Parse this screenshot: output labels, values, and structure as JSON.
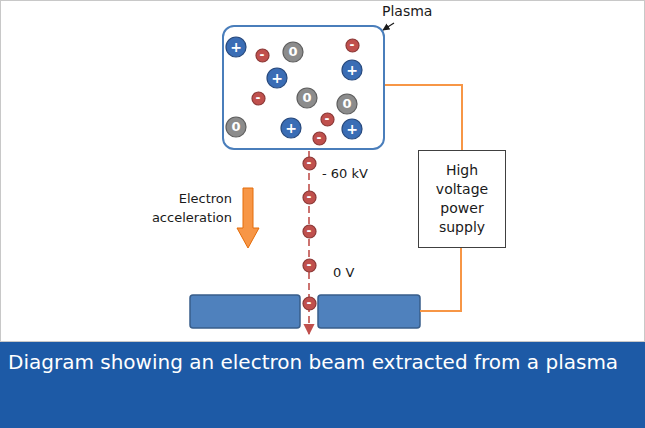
{
  "diagram": {
    "caption": "Diagram showing an electron beam extracted from a plasma",
    "nodes": [
      {
        "text": [
          "Plasma"
        ]
      },
      {
        "text": [
          "+"
        ],
        "in": 0
      },
      {
        "text": [
          "-"
        ],
        "in": 0
      },
      {
        "text": [
          "0"
        ],
        "in": 0
      },
      {
        "text": [
          "-"
        ],
        "in": 0
      },
      {
        "text": [
          "+"
        ],
        "in": 0
      },
      {
        "text": [
          "+"
        ],
        "in": 0
      },
      {
        "text": [
          "-"
        ],
        "in": 0
      },
      {
        "text": [
          "0"
        ],
        "in": 0
      },
      {
        "text": [
          "0"
        ],
        "in": 0
      },
      {
        "text": [
          "-"
        ],
        "in": 0
      },
      {
        "text": [
          "0"
        ],
        "in": 0
      },
      {
        "text": [
          "+"
        ],
        "in": 0
      },
      {
        "text": [
          "+"
        ],
        "in": 0
      },
      {
        "text": [
          "-"
        ],
        "in": 0
      },
      {
        "text": [
          "-"
        ]
      },
      {
        "text": [
          "-"
        ]
      },
      {
        "text": [
          "-"
        ]
      },
      {
        "text": [
          "-"
        ]
      },
      {
        "text": [
          "-"
        ]
      },
      {
        "text": [
          "High voltage power supply"
        ]
      }
    ],
    "edges": [
      {
        "from": 0,
        "to": 20,
        "arrow": "none"
      }
    ],
    "labels": [
      "- 60 kV",
      "Electron acceleration",
      "0 V"
    ]
  }
}
